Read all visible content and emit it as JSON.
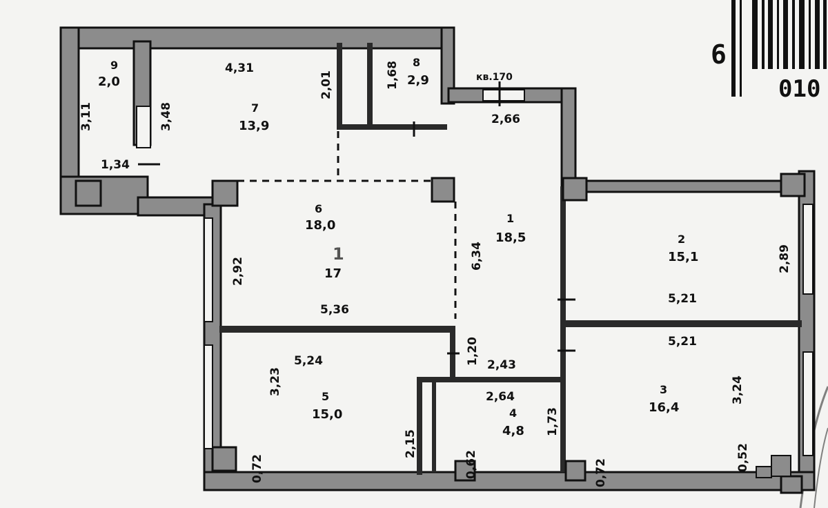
{
  "barcode": {
    "left_number": "6",
    "bottom_number": "010"
  },
  "note": "кв.170",
  "rooms": [
    {
      "id": "1",
      "number": "1",
      "area": "18,5"
    },
    {
      "id": "2",
      "number": "2",
      "area": "15,1"
    },
    {
      "id": "3",
      "number": "3",
      "area": "16,4"
    },
    {
      "id": "4",
      "number": "4",
      "area": "4,8"
    },
    {
      "id": "5",
      "number": "5",
      "area": "15,0"
    },
    {
      "id": "6",
      "number": "6",
      "area": "18,0"
    },
    {
      "id": "7",
      "number": "7",
      "area": "13,9"
    },
    {
      "id": "8",
      "number": "8",
      "area": "2,9"
    },
    {
      "id": "9",
      "number": "9",
      "area": "2,0"
    }
  ],
  "faded_marks": [
    "1",
    "17",
    "6,34"
  ],
  "dimensions": {
    "d_431": "4,31",
    "d_348": "3,48",
    "d_201": "2,01",
    "d_168": "1,68",
    "d_311": "3,11",
    "d_134": "1,34",
    "d_266": "2,66",
    "d_292": "2,92",
    "d_536": "5,36",
    "d_521a": "5,21",
    "d_521b": "5,21",
    "d_289": "2,89",
    "d_524": "5,24",
    "d_323": "3,23",
    "d_215": "2,15",
    "d_120": "1,20",
    "d_243": "2,43",
    "d_264": "2,64",
    "d_173": "1,73",
    "d_062": "0,62",
    "d_324": "3,24",
    "d_072a": "0,72",
    "d_072b": "0,72",
    "d_052": "0,52"
  }
}
